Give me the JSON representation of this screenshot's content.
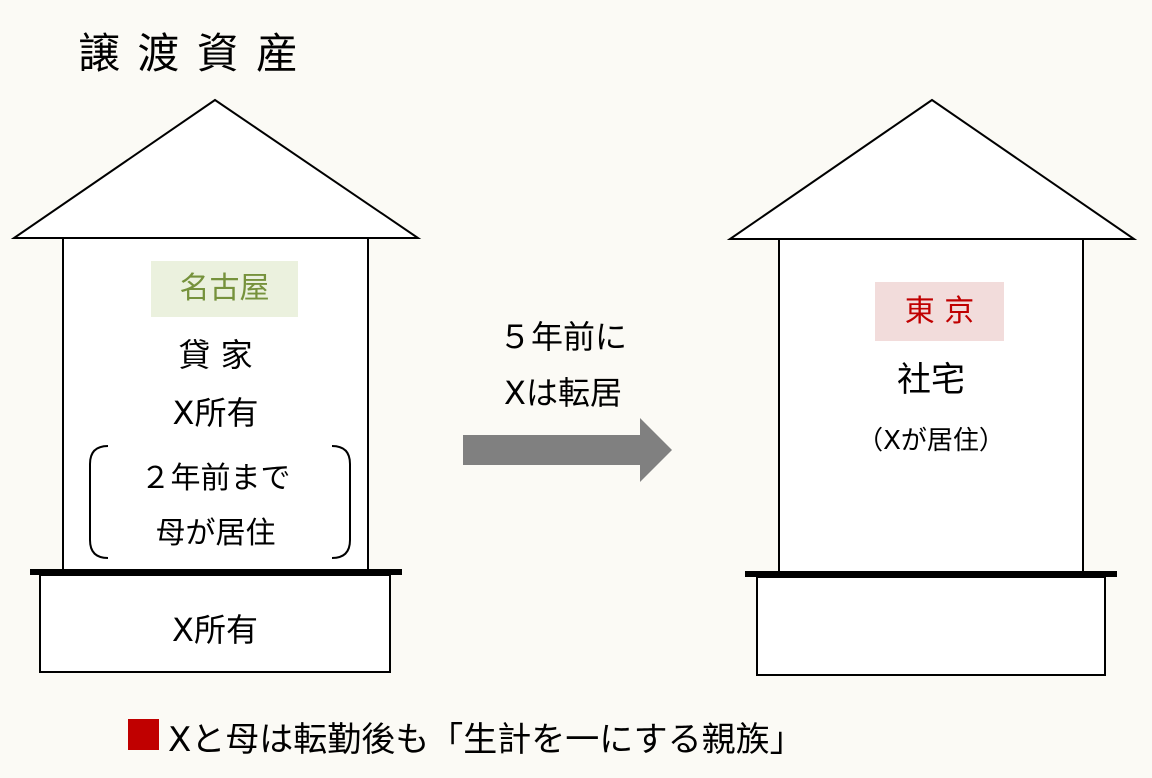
{
  "title": "譲 渡 資 産",
  "left_house": {
    "city": "名古屋",
    "type": "貸 家",
    "owner": "X所有",
    "note_line1": "２年前まで",
    "note_line2": "母が居住",
    "land_owner": "X所有"
  },
  "arrow": {
    "line1": "５年前に",
    "line2": "Xは転居"
  },
  "right_house": {
    "city": "東 京",
    "type": "社宅",
    "note": "（Xが居住）"
  },
  "footer": "Xと母は転勤後も「生計を一にする親族」",
  "colors": {
    "green_text": "#76923c",
    "green_bg": "#ebf1de",
    "red_text": "#c00000",
    "red_bg": "#f2dcdb",
    "arrow": "#808080",
    "bullet": "#c00000"
  }
}
